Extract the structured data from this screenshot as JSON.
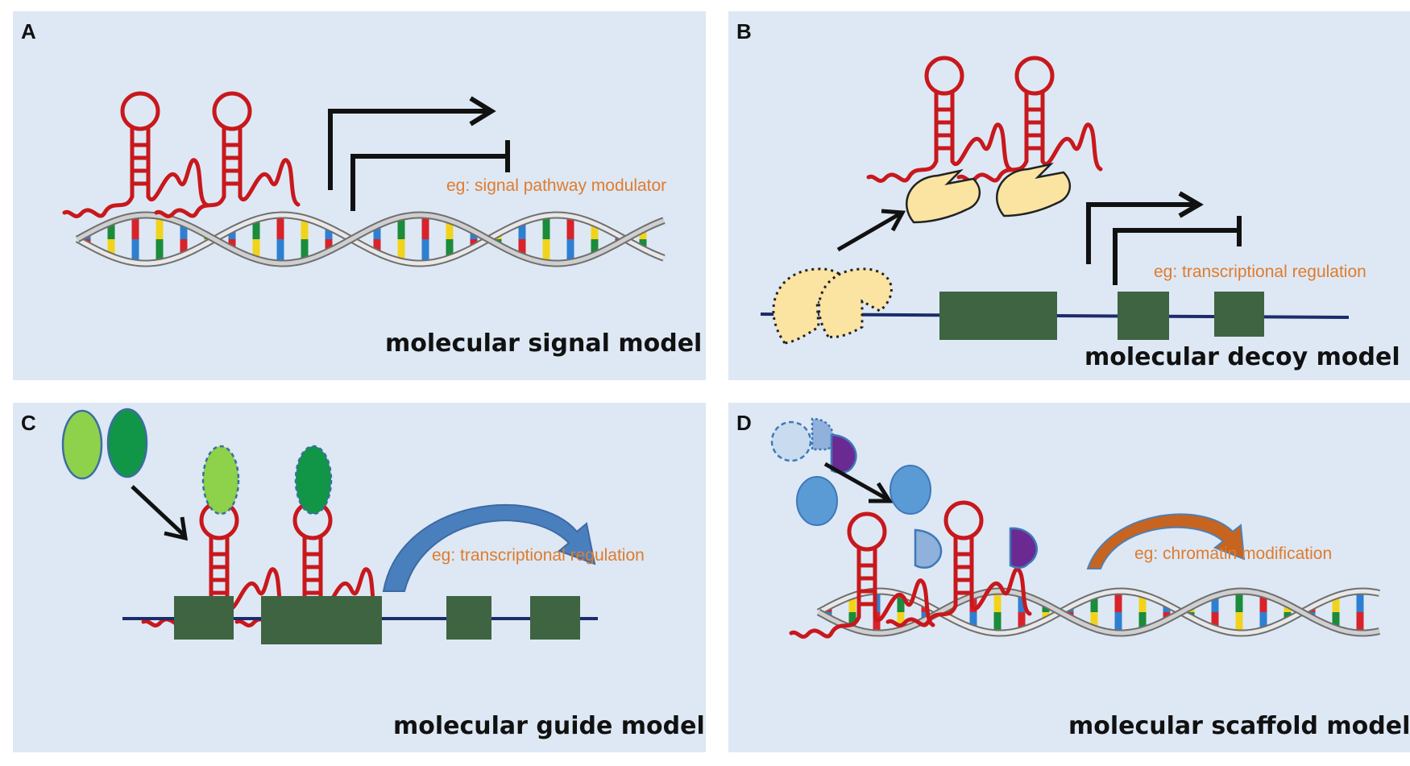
{
  "colors": {
    "panel_bg": "#dde8f4",
    "rna": "#c8181c",
    "gene_box": "#3e6442",
    "dna_line": "#1c2c6b",
    "annotation": "#e07b2c",
    "arrow": "#111111",
    "decoy_protein": "#fbe3a2",
    "guide_light": "#8ed14a",
    "guide_dark": "#119547",
    "scaffold_blue": "#5b9bd5",
    "scaffold_purple": "#6a2a92"
  },
  "panels": [
    {
      "letter": "A",
      "title": "molecular signal model",
      "example": "eg: signal pathway modulator"
    },
    {
      "letter": "B",
      "title": "molecular decoy model",
      "example": "eg: transcriptional regulation"
    },
    {
      "letter": "C",
      "title": "molecular guide model",
      "example": "eg: transcriptional regulation"
    },
    {
      "letter": "D",
      "title": "molecular scaffold model",
      "example": "eg: chromatin modification"
    }
  ]
}
